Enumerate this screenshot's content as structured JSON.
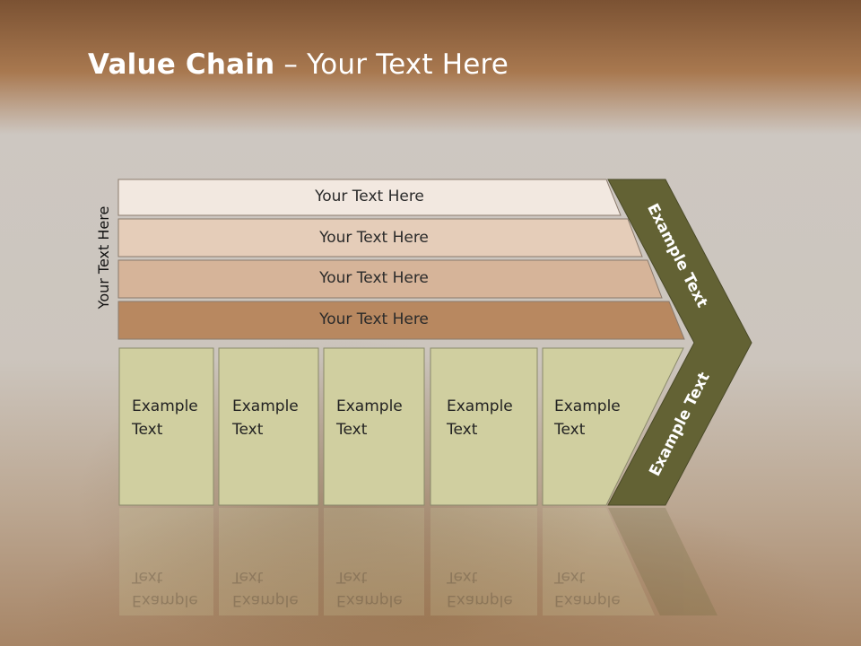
{
  "title": {
    "bold": "Value Chain",
    "rest": " – Your Text Here"
  },
  "side_label": "Your Text Here",
  "rows": [
    {
      "label": "Your Text Here",
      "color": "#f2e8e0"
    },
    {
      "label": "Your Text Here",
      "color": "#e5cdb9"
    },
    {
      "label": "Your Text Here",
      "color": "#d6b499"
    },
    {
      "label": "Your Text Here",
      "color": "#b88860"
    }
  ],
  "boxes": [
    {
      "line1": "Example",
      "line2": "Text"
    },
    {
      "line1": "Example",
      "line2": "Text"
    },
    {
      "line1": "Example",
      "line2": "Text"
    },
    {
      "line1": "Example",
      "line2": "Text"
    },
    {
      "line1": "Example",
      "line2": "Text"
    }
  ],
  "box_color": "#d0cfa0",
  "chevron": {
    "top": "Example Text",
    "bottom": "Example Text",
    "color": "#636234"
  }
}
